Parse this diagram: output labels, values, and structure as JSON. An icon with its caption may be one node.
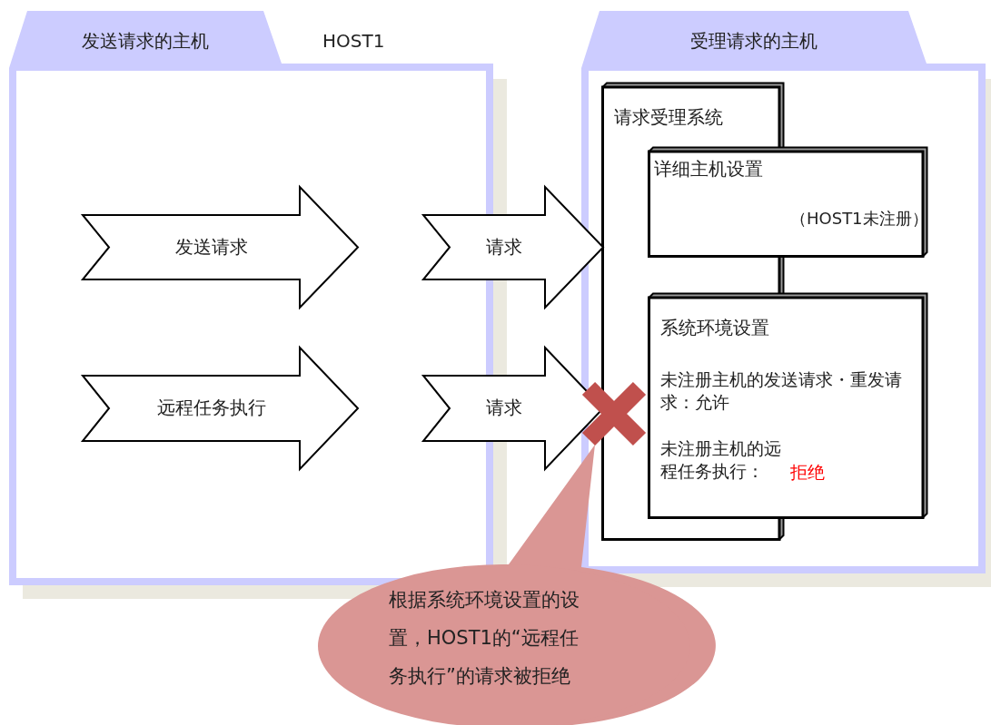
{
  "diagram": {
    "nodes": [
      {
        "text": [
          "发送请求的主机"
        ],
        "beside": [
          "HOST1"
        ]
      },
      {
        "text": [
          "发送请求"
        ],
        "in": 0
      },
      {
        "text": [
          "远程任务执行"
        ],
        "in": 0
      },
      {
        "text": [
          "请求"
        ]
      },
      {
        "text": [
          "请求"
        ]
      },
      {
        "text": [
          "受理请求的主机"
        ]
      },
      {
        "text": [
          "请求受理系统"
        ],
        "in": 5
      },
      {
        "text": [
          "详细主机设置",
          "（HOST1未注册）"
        ],
        "in": 5
      },
      {
        "text": [
          "系统环境设置",
          "未注册主机的发送请求・重发请求：允许",
          "未注册主机的远程任务执行：",
          "拒绝"
        ],
        "in": 5
      },
      {
        "text": [
          "根据系统环境设置的设置，HOST1的“远程任务执行”的请求被拒绝"
        ]
      }
    ]
  }
}
